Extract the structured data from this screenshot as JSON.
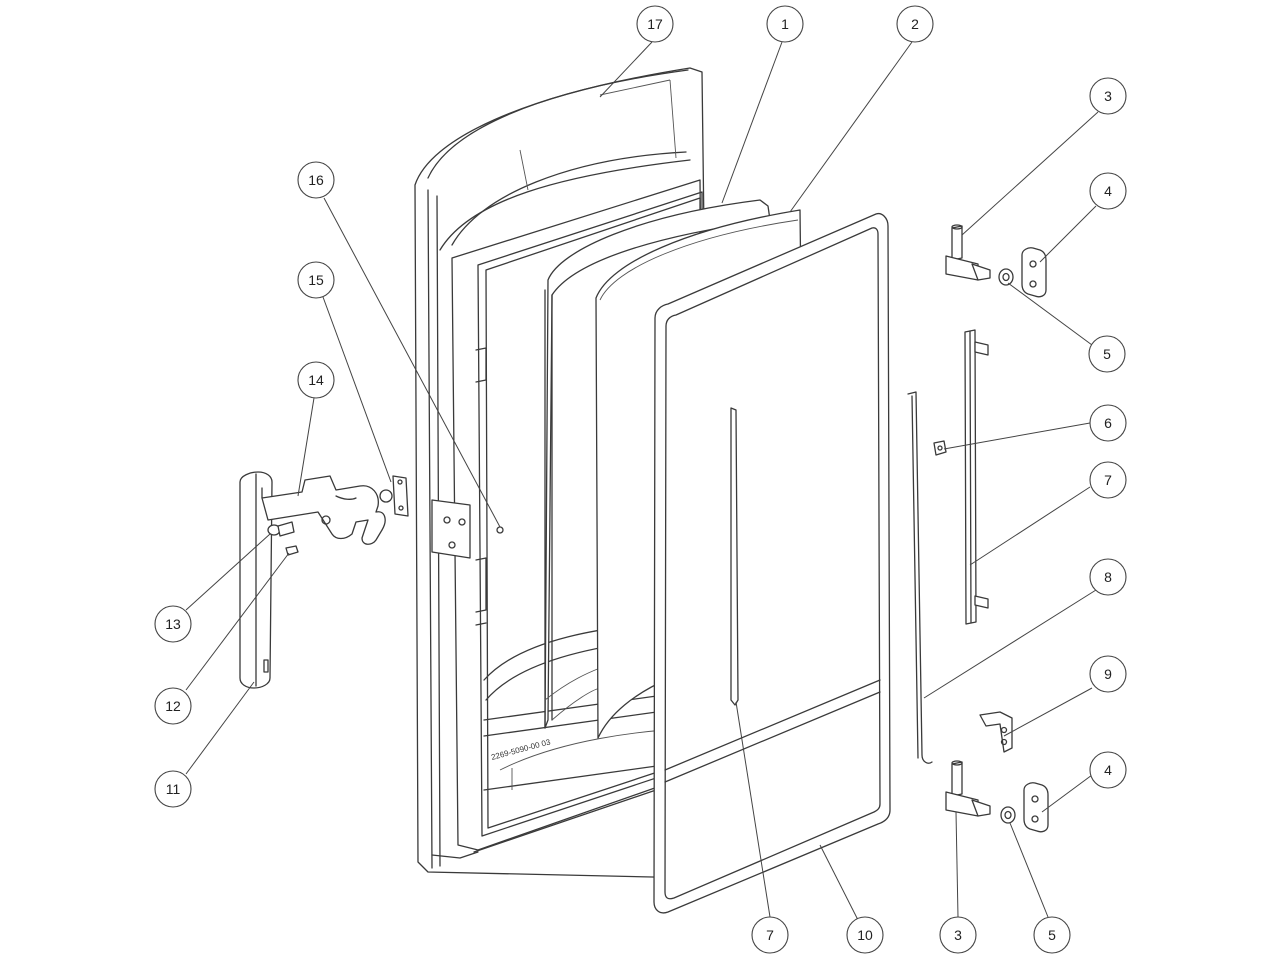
{
  "diagram": {
    "part_label": "2269-5090-00  03",
    "callouts": [
      {
        "id": "c17",
        "label": "17"
      },
      {
        "id": "c1",
        "label": "1"
      },
      {
        "id": "c2",
        "label": "2"
      },
      {
        "id": "c3a",
        "label": "3"
      },
      {
        "id": "c4a",
        "label": "4"
      },
      {
        "id": "c16",
        "label": "16"
      },
      {
        "id": "c5a",
        "label": "5"
      },
      {
        "id": "c15",
        "label": "15"
      },
      {
        "id": "c14",
        "label": "14"
      },
      {
        "id": "c6",
        "label": "6"
      },
      {
        "id": "c7a",
        "label": "7"
      },
      {
        "id": "c8",
        "label": "8"
      },
      {
        "id": "c13",
        "label": "13"
      },
      {
        "id": "c12",
        "label": "12"
      },
      {
        "id": "c9",
        "label": "9"
      },
      {
        "id": "c11",
        "label": "11"
      },
      {
        "id": "c4b",
        "label": "4"
      },
      {
        "id": "c7b",
        "label": "7"
      },
      {
        "id": "c10",
        "label": "10"
      },
      {
        "id": "c3b",
        "label": "3"
      },
      {
        "id": "c5b",
        "label": "5"
      }
    ]
  }
}
